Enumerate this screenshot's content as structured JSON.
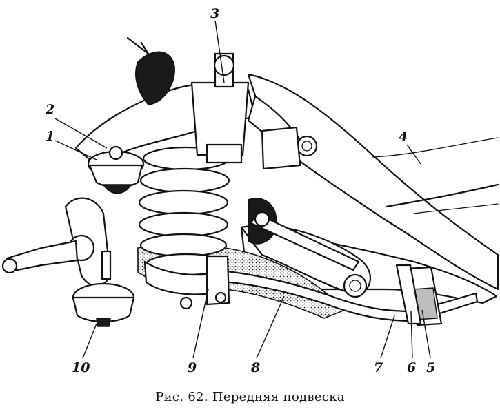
{
  "figure": {
    "caption": "Рис. 62. Передняя подвеска",
    "callouts": [
      {
        "id": "1",
        "label": "1"
      },
      {
        "id": "2",
        "label": "2"
      },
      {
        "id": "3",
        "label": "3"
      },
      {
        "id": "4",
        "label": "4"
      },
      {
        "id": "5",
        "label": "5"
      },
      {
        "id": "6",
        "label": "6"
      },
      {
        "id": "7",
        "label": "7"
      },
      {
        "id": "8",
        "label": "8"
      },
      {
        "id": "9",
        "label": "9"
      },
      {
        "id": "10",
        "label": "10"
      }
    ]
  }
}
